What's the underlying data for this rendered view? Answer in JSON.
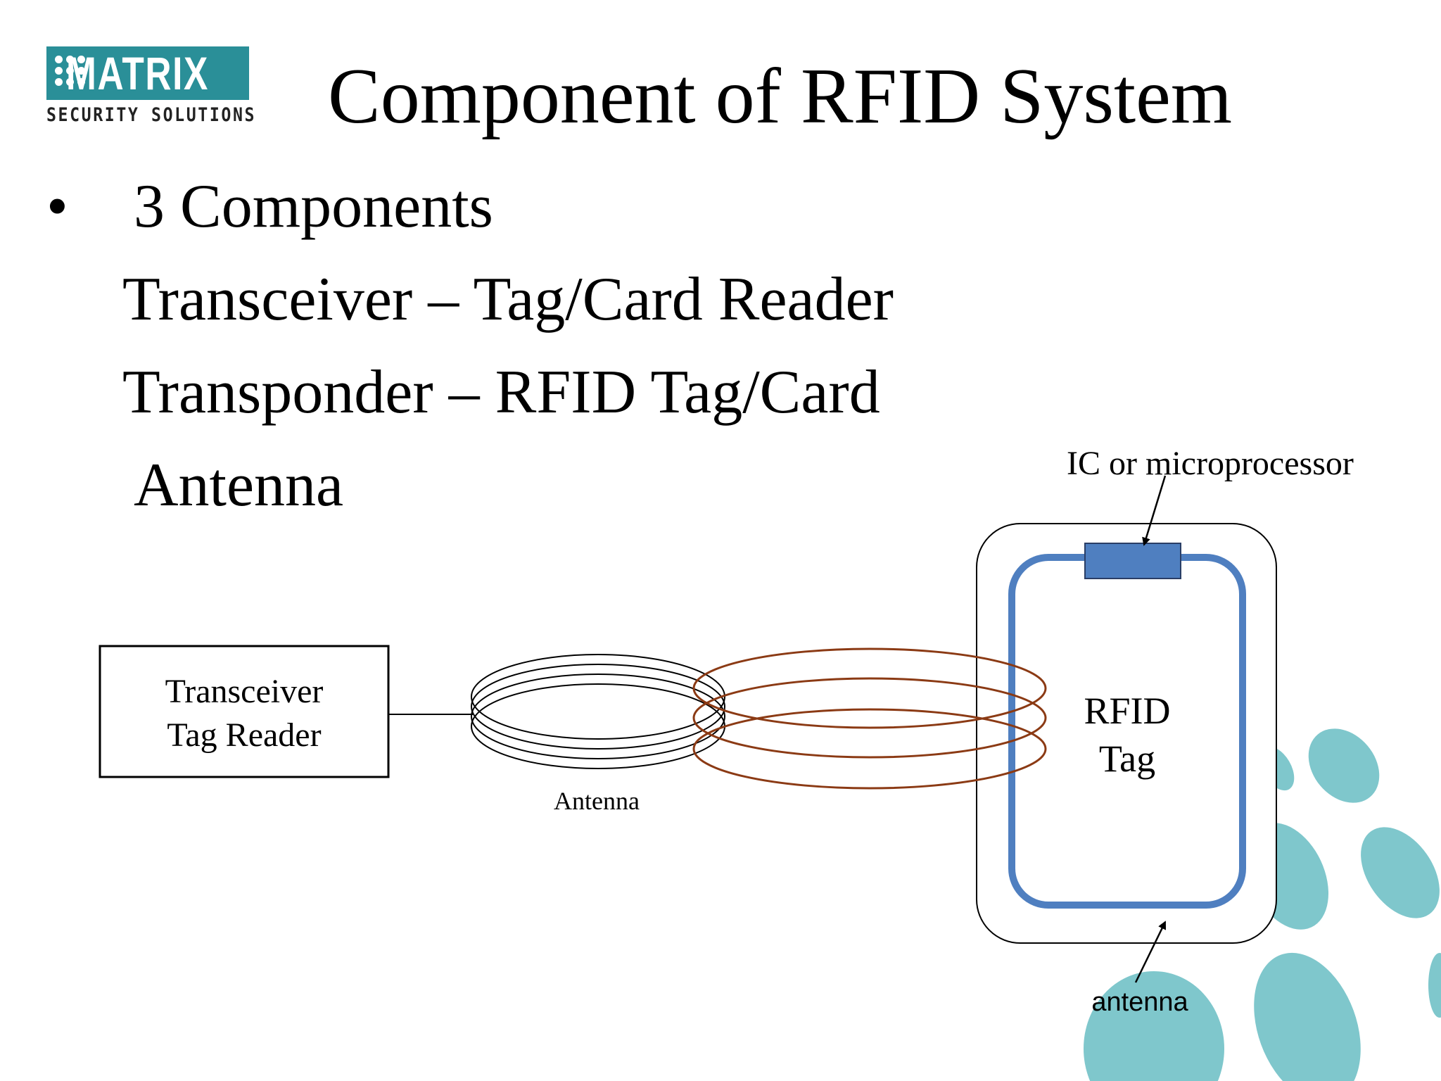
{
  "slide": {
    "title": "Component of RFID System",
    "logo": {
      "brand": "MATRIX",
      "tagline": "SECURITY SOLUTIONS"
    },
    "bullet": {
      "marker": "•",
      "heading": "3 Components",
      "items": [
        "Transceiver – Tag/Card Reader",
        "Transponder – RFID Tag/Card",
        "Antenna"
      ]
    }
  },
  "diagram": {
    "reader_box": {
      "line1": "Transceiver",
      "line2": "Tag Reader"
    },
    "reader_antenna_label": "Antenna",
    "tag": {
      "line1": "RFID",
      "line2": "Tag"
    },
    "chip_label": "IC or microprocessor",
    "tag_antenna_label": "antenna",
    "colors": {
      "field_lines": "#8b3a14",
      "tag_coil": "#4f7fc0",
      "chip": "#4f7fc0",
      "decor_dots": "#7fc7cc",
      "logo": "#2a8f98"
    }
  }
}
